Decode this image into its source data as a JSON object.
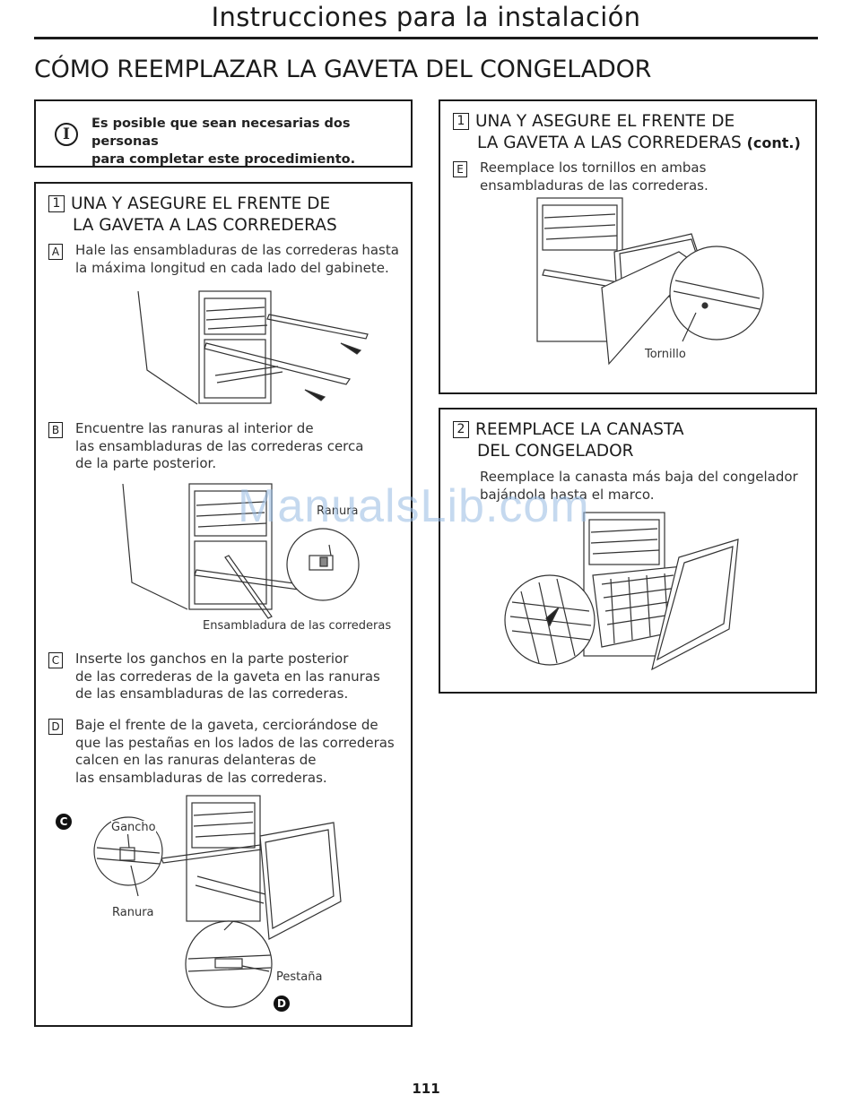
{
  "header": {
    "title": "Instrucciones para la instalación"
  },
  "section": {
    "title": "CÓMO REEMPLAZAR LA GAVETA DEL CONGELADOR"
  },
  "note": {
    "icon": "info-i-icon",
    "line1": "Es posible que sean necesarias dos personas",
    "line2": "para completar este procedimiento."
  },
  "step1": {
    "number": "1",
    "title_line1": "UNA Y ASEGURE EL FRENTE DE",
    "title_line2": "LA GAVETA A LAS CORREDERAS",
    "A": {
      "letter": "A",
      "line1": "Hale las ensambladuras de las correderas hasta",
      "line2": "la máxima longitud en cada lado del gabinete."
    },
    "B": {
      "letter": "B",
      "line1": "Encuentre las ranuras al interior de",
      "line2": "las ensambladuras de las correderas cerca",
      "line3": "de la parte posterior."
    },
    "figB": {
      "label_ranura": "Ranura",
      "label_assembly": "Ensambladura de las correderas"
    },
    "C": {
      "letter": "C",
      "line1": "Inserte los ganchos en la parte posterior",
      "line2": "de las correderas de la gaveta en las ranuras",
      "line3": "de las ensambladuras de las correderas."
    },
    "D": {
      "letter": "D",
      "line1": "Baje el frente de la gaveta, cerciorándose de",
      "line2": "que las pestañas en los lados de las correderas",
      "line3": "calcen en las ranuras delanteras de",
      "line4": "las ensambladuras de las correderas."
    },
    "figD": {
      "callout_c": "C",
      "callout_d": "D",
      "label_gancho": "Gancho",
      "label_ranura": "Ranura",
      "label_pestana": "Pestaña"
    }
  },
  "step1cont": {
    "number": "1",
    "title_line1": "UNA Y ASEGURE EL FRENTE DE",
    "title_line2": "LA GAVETA A LAS CORREDERAS",
    "cont": "(cont.)",
    "E": {
      "letter": "E",
      "line1": "Reemplace los tornillos en ambas",
      "line2": "ensambladuras de las correderas."
    },
    "figE": {
      "label_tornillo": "Tornillo"
    }
  },
  "step2": {
    "number": "2",
    "title_line1": "REEMPLACE LA CANASTA",
    "title_line2": "DEL CONGELADOR",
    "line1": "Reemplace la canasta más baja del congelador",
    "line2": "bajándola hasta el marco."
  },
  "watermark": "ManualsLib.com",
  "page_number": "111"
}
